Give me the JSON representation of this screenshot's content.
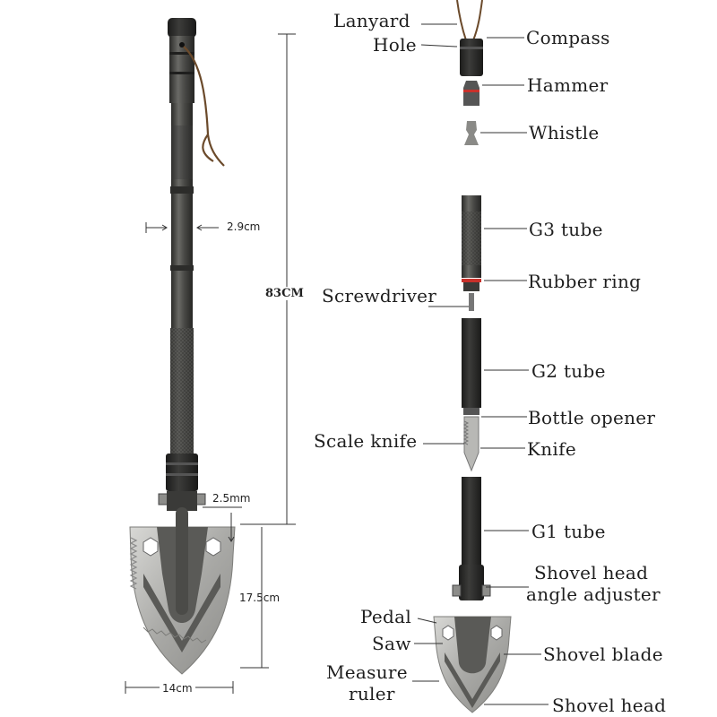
{
  "dimensions": {
    "diameter": "2.9cm",
    "length": "83CM",
    "thickness": "2.5mm",
    "blade_height": "17.5cm",
    "blade_width": "14cm"
  },
  "labels": {
    "lanyard": "Lanyard",
    "hole": "Hole",
    "compass": "Compass",
    "hammer": "Hammer",
    "whistle": "Whistle",
    "g3_tube": "G3 tube",
    "rubber_ring": "Rubber ring",
    "screwdriver": "Screwdriver",
    "g2_tube": "G2 tube",
    "bottle_opener": "Bottle opener",
    "scale_knife": "Scale knife",
    "knife": "Knife",
    "g1_tube": "G1 tube",
    "shovel_head_angle_adjuster_line1": "Shovel head",
    "shovel_head_angle_adjuster_line2": "angle adjuster",
    "pedal": "Pedal",
    "saw": "Saw",
    "shovel_blade": "Shovel blade",
    "measure_ruler_line1": "Measure",
    "measure_ruler_line2": "ruler",
    "shovel_head": "Shovel head"
  },
  "colors": {
    "handle": "#4a4a47",
    "handle_dark": "#2e2e2c",
    "blade": "#b9b9b6",
    "blade_center": "#5a5a57",
    "rubber_ring": "#c8312b",
    "cord": "#6b4a2b",
    "lines": "#333333"
  }
}
